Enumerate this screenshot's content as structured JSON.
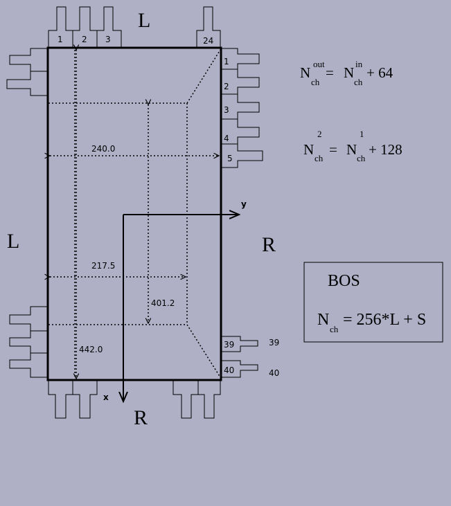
{
  "labels": {
    "L_top": "L",
    "L_left": "L",
    "R_right": "R",
    "R_bottom": "R",
    "axis_x": "x",
    "axis_y": "y"
  },
  "connectors": {
    "top": [
      "1",
      "2",
      "3",
      "24"
    ],
    "right": [
      "1",
      "2",
      "3",
      "4",
      "5",
      "39",
      "40"
    ],
    "right_outer": [
      "39",
      "40"
    ]
  },
  "dimensions": {
    "d1": "240.0",
    "d2": "217.5",
    "d3": "401.2",
    "d4": "442.0"
  },
  "formulas": {
    "f1": {
      "lhs": "N",
      "lhs_sub": "ch",
      "lhs_sup": "out",
      "eq": "=",
      "rhs": "N",
      "rhs_sub": "ch",
      "rhs_sup": "in",
      "tail": "+ 64"
    },
    "f2": {
      "lhs": "N",
      "lhs_sub": "ch",
      "lhs_sup": "2",
      "eq": "=",
      "rhs": "N",
      "rhs_sub": "ch",
      "rhs_sup": "1",
      "tail": "+ 128"
    }
  },
  "bos": {
    "title": "BOS",
    "n": "N",
    "sub": "ch",
    "eq": "= 256*L + S"
  }
}
